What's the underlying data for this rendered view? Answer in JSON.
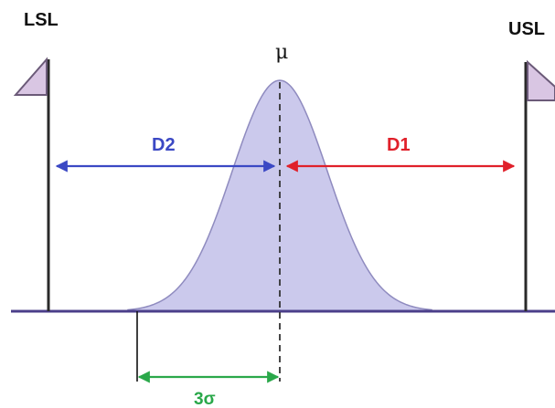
{
  "labels": {
    "lsl": "LSL",
    "usl": "USL",
    "mu": "μ",
    "d1": "D1",
    "d2": "D2",
    "three_sigma": "3σ"
  },
  "colors": {
    "baseline": "#4b3f8a",
    "curve_fill": "#cbc9ec",
    "curve_stroke": "#8f8bbf",
    "flag_fill": "#d9c6e3",
    "flag_stroke": "#6b5a78",
    "pole": "#2a2a2a",
    "d1": "#e0202a",
    "d2": "#3b48c4",
    "sigma": "#2aa84a",
    "text": "#111111"
  },
  "icons": {
    "left_flag": "flag-icon",
    "right_flag": "flag-icon"
  }
}
